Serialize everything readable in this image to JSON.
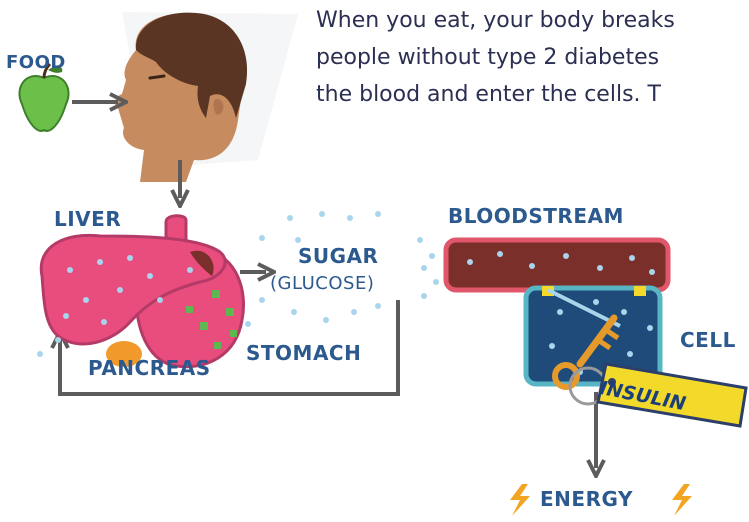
{
  "intro_lines": [
    "When you eat, your body breaks",
    "people without type 2 diabetes",
    "the blood and enter the cells. T"
  ],
  "labels": {
    "food": "FOOD",
    "liver": "LIVER",
    "sugar": "SUGAR",
    "glucose": "(GLUCOSE)",
    "stomach": "STOMACH",
    "pancreas": "PANCREAS",
    "bloodstream": "BLOODSTREAM",
    "cell": "CELL",
    "insulin": "INSULIN",
    "energy": "ENERGY"
  },
  "colors": {
    "label_blue": "#2c5a8f",
    "text_dark": "#2b2f52",
    "arrow": "#5c5c5c",
    "liver_pink": "#e94d7d",
    "liver_outline": "#b43a68",
    "blood_red": "#7a2f2a",
    "blood_outline": "#e0566b",
    "cell_blue": "#1e4b7a",
    "cell_outline": "#58b5c4",
    "insulin_yellow": "#f3da2a",
    "key_orange": "#e59a2b",
    "pancreas_orange": "#f19a2b",
    "apple_green": "#6cc04a",
    "skin": "#c68c5f",
    "hair": "#5a3523",
    "glucose_dot": "#a9d4ec",
    "lightning": "#f3a521"
  }
}
